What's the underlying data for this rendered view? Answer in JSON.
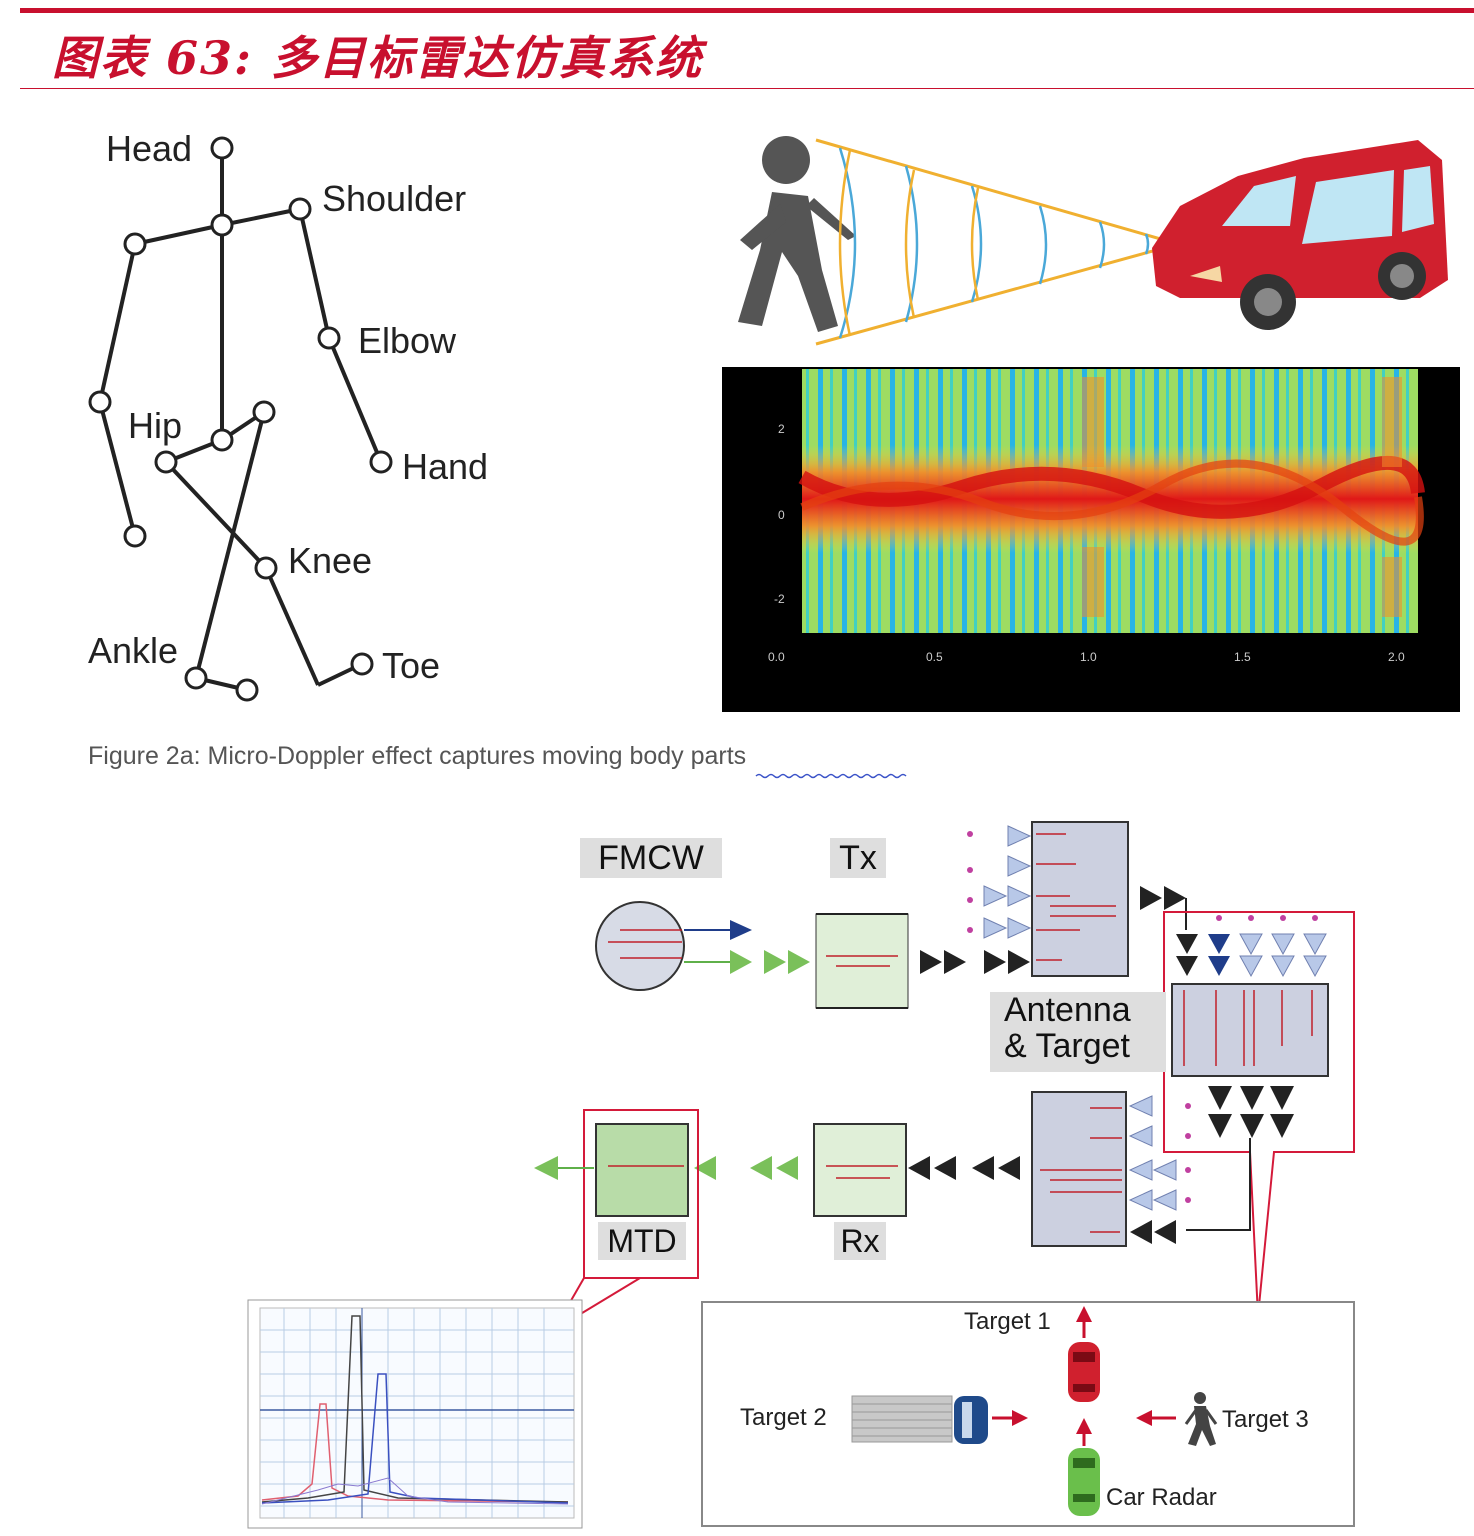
{
  "title": "图表 63: 多目标雷达仿真系统",
  "skeleton": {
    "head": "Head",
    "shoulder": "Shoulder",
    "elbow": "Elbow",
    "hip": "Hip",
    "hand": "Hand",
    "knee": "Knee",
    "ankle": "Ankle",
    "toe": "Toe"
  },
  "spectrogram": {
    "x_ticks": [
      "0.0",
      "0.5",
      "1.0",
      "1.5",
      "2.0"
    ],
    "y_ticks": [
      "2",
      "0",
      "-2"
    ]
  },
  "caption": "Figure 2a: Micro-Doppler effect captures moving body  parts",
  "blocks": {
    "fmcw": "FMCW",
    "tx": "Tx",
    "antenna_line1": "Antenna",
    "antenna_line2": "& Target",
    "rx": "Rx",
    "mtd": "MTD"
  },
  "scene": {
    "target1": "Target 1",
    "target2": "Target 2",
    "target3": "Target 3",
    "car_radar": "Car Radar"
  },
  "colors": {
    "accent": "#c8102e",
    "car": "#d0202e",
    "beam": "#f0b030",
    "wave": "#4aa8d8"
  }
}
